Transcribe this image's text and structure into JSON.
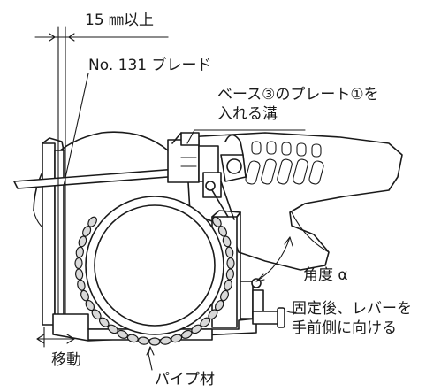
{
  "labels": {
    "dimension": "15 ㎜以上",
    "blade": "No. 131 ブレード",
    "groove_line1": "ベース③のプレート①を",
    "groove_line2": "入れる溝",
    "angle": "角度 α",
    "lever_line1": "固定後、レバーを",
    "lever_line2": "手前側に向ける",
    "move": "移動",
    "pipe": "パイプ材"
  }
}
